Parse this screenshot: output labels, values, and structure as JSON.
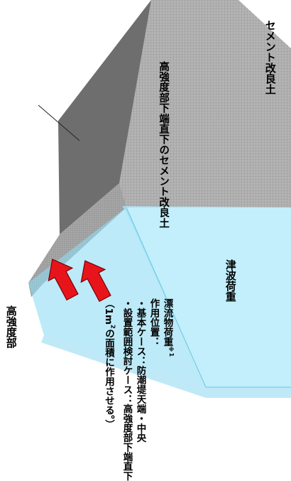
{
  "labels": {
    "cement_improved_soil": "セメント改良土",
    "cement_under_strong": "高強度部下端直下のセメント改良土",
    "tsunami_load": "津波荷重",
    "high_strength_part": "高強度部"
  },
  "notes": {
    "drift_load": "漂流物荷重",
    "drift_load_note": "※1",
    "position_title": "作用位置：",
    "basic_case": "・基本ケース：防潮堤天端・中央",
    "design_case": "・設置範囲検討ケース：高強度部下端直下",
    "area_note_1": "（1m",
    "area_note_sup": "2",
    "area_note_2": "の面積に作用させる。）"
  },
  "colors": {
    "mesh_gray": "#a9a9a9",
    "dark_face": "#6e6e6e",
    "water_cyan": "#aee9fa",
    "arrow_red": "#e8141c"
  }
}
